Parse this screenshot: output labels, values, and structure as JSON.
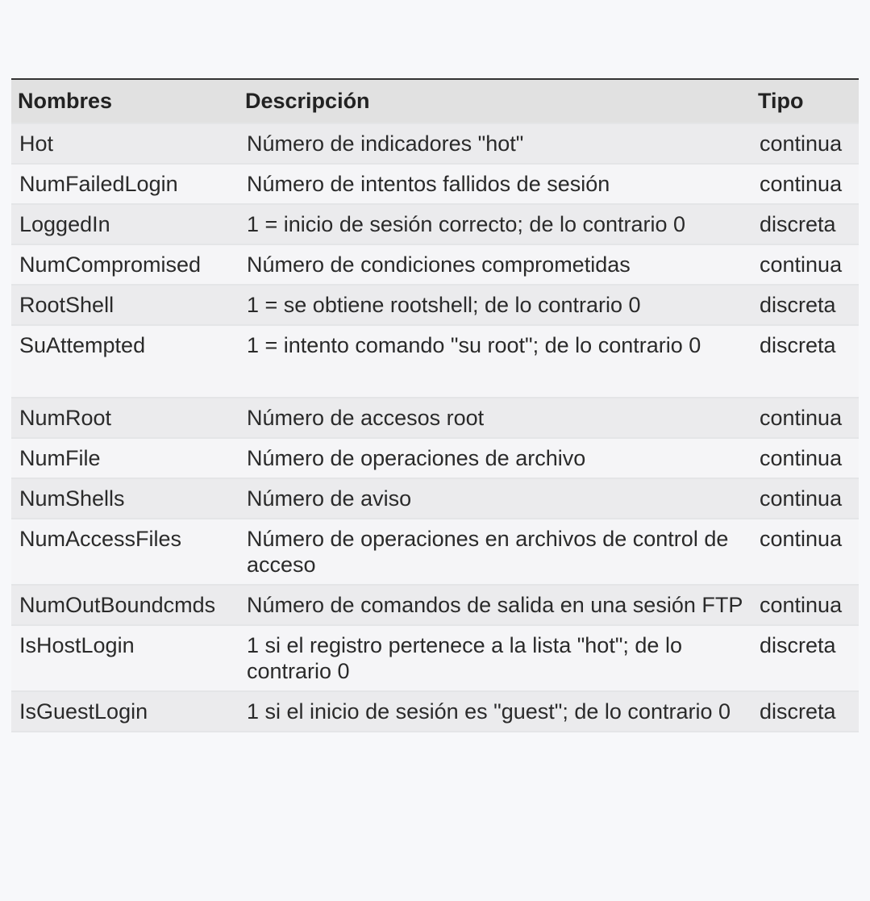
{
  "table": {
    "headers": [
      "Nombres",
      "Descripción",
      "Tipo"
    ],
    "rows": [
      {
        "name": "Hot",
        "desc": "Número de indicadores \"hot\"",
        "type": "continua"
      },
      {
        "name": "NumFailedLogin",
        "desc": "Número de intentos fallidos de sesión",
        "type": "continua"
      },
      {
        "name": "LoggedIn",
        "desc": "1 = inicio de sesión correcto; de lo contrario 0",
        "type": "discreta"
      },
      {
        "name": "NumCompromised",
        "desc": "Número de condiciones comprometidas",
        "type": "continua"
      },
      {
        "name": "RootShell",
        "desc": "1 = se obtiene rootshell; de lo contrario 0",
        "type": "discreta"
      },
      {
        "name": "SuAttempted",
        "desc": "1 = intento comando \"su root\"; de lo contrario 0",
        "type": "discreta"
      },
      {
        "name": "NumRoot",
        "desc": "Número de accesos root",
        "type": "continua"
      },
      {
        "name": "NumFile",
        "desc": "Número de operaciones de archivo",
        "type": "continua"
      },
      {
        "name": "NumShells",
        "desc": "Número de aviso",
        "type": "continua"
      },
      {
        "name": "NumAccessFiles",
        "desc": "Número de operaciones en archivos de control de acceso",
        "type": "continua"
      },
      {
        "name": "NumOutBoundcmds",
        "desc": "Número de comandos de salida en una sesión FTP",
        "type": "continua"
      },
      {
        "name": "IsHostLogin",
        "desc": "1 si el registro pertenece a la lista \"hot\"; de lo contrario 0",
        "type": "discreta"
      },
      {
        "name": "IsGuestLogin",
        "desc": "1 si el inicio de sesión es \"guest\"; de lo contrario 0",
        "type": "discreta"
      }
    ]
  }
}
